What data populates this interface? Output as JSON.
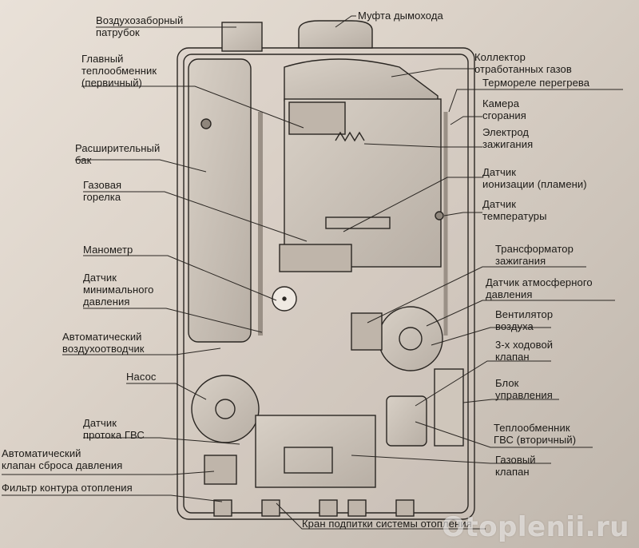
{
  "labels": {
    "air_intake": "Воздухозаборный\nпатрубок",
    "flue_coupling": "Муфта дымохода",
    "main_exchanger": "Главный\nтеплообменник\n(первичный)",
    "expansion_tank": "Расширительный\nбак",
    "gas_burner": "Газовая\nгорелка",
    "manometer": "Манометр",
    "min_pressure_sensor": "Датчик\nминимального\nдавления",
    "auto_air_vent": "Автоматический\nвоздухоотводчик",
    "pump": "Насос",
    "dhw_flow_sensor": "Датчик\nпротока ГВС",
    "pressure_relief_valve": "Автоматический\nклапан сброса давления",
    "heating_filter": "Фильтр контура отопления",
    "fill_valve": "Кран подпитки системы отопления",
    "flue_collector": "Коллектор\nотработанных газов",
    "overheat_thermostat": "Термореле перегрева",
    "combustion_chamber": "Камера\nсгорания",
    "ignition_electrode": "Электрод\nзажигания",
    "ionization_sensor": "Датчик\nионизации (пламени)",
    "temperature_sensor": "Датчик\nтемпературы",
    "ignition_transformer": "Трансформатор\nзажигания",
    "atmospheric_pressure_sensor": "Датчик атмосферного\nдавления",
    "air_fan": "Вентилятор\nвоздуха",
    "three_way_valve": "3-х ходовой\nклапан",
    "control_unit": "Блок\nуправления",
    "dhw_exchanger": "Теплообменник\nГВС (вторичный)",
    "gas_valve": "Газовый\nклапан"
  },
  "watermark": "Otoplenii.ru",
  "colors": {
    "line": "#2a2622",
    "metal": "#c9c0b5"
  }
}
